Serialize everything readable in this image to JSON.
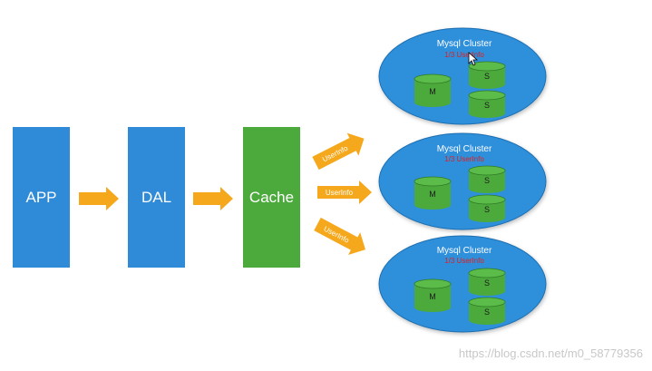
{
  "boxes": {
    "app": "APP",
    "dal": "DAL",
    "cache": "Cache"
  },
  "arrow_label": "UserInfo",
  "clusters": [
    {
      "title": "Mysql Cluster",
      "subtitle": "1/3 UserInfo",
      "master": "M",
      "slave1": "S",
      "slave2": "S"
    },
    {
      "title": "Mysql Cluster",
      "subtitle": "1/3 UserInfo",
      "master": "M",
      "slave1": "S",
      "slave2": "S"
    },
    {
      "title": "Mysql Cluster",
      "subtitle": "1/3 UserInfo",
      "master": "M",
      "slave1": "S",
      "slave2": "S"
    }
  ],
  "watermark": "https://blog.csdn.net/m0_58779356",
  "colors": {
    "app_box": "#2f8ad8",
    "cache_box": "#4caa3c",
    "arrow": "#f5a81c",
    "cluster_fill": "#2e8fdb",
    "db_fill": "#4caa3c"
  }
}
